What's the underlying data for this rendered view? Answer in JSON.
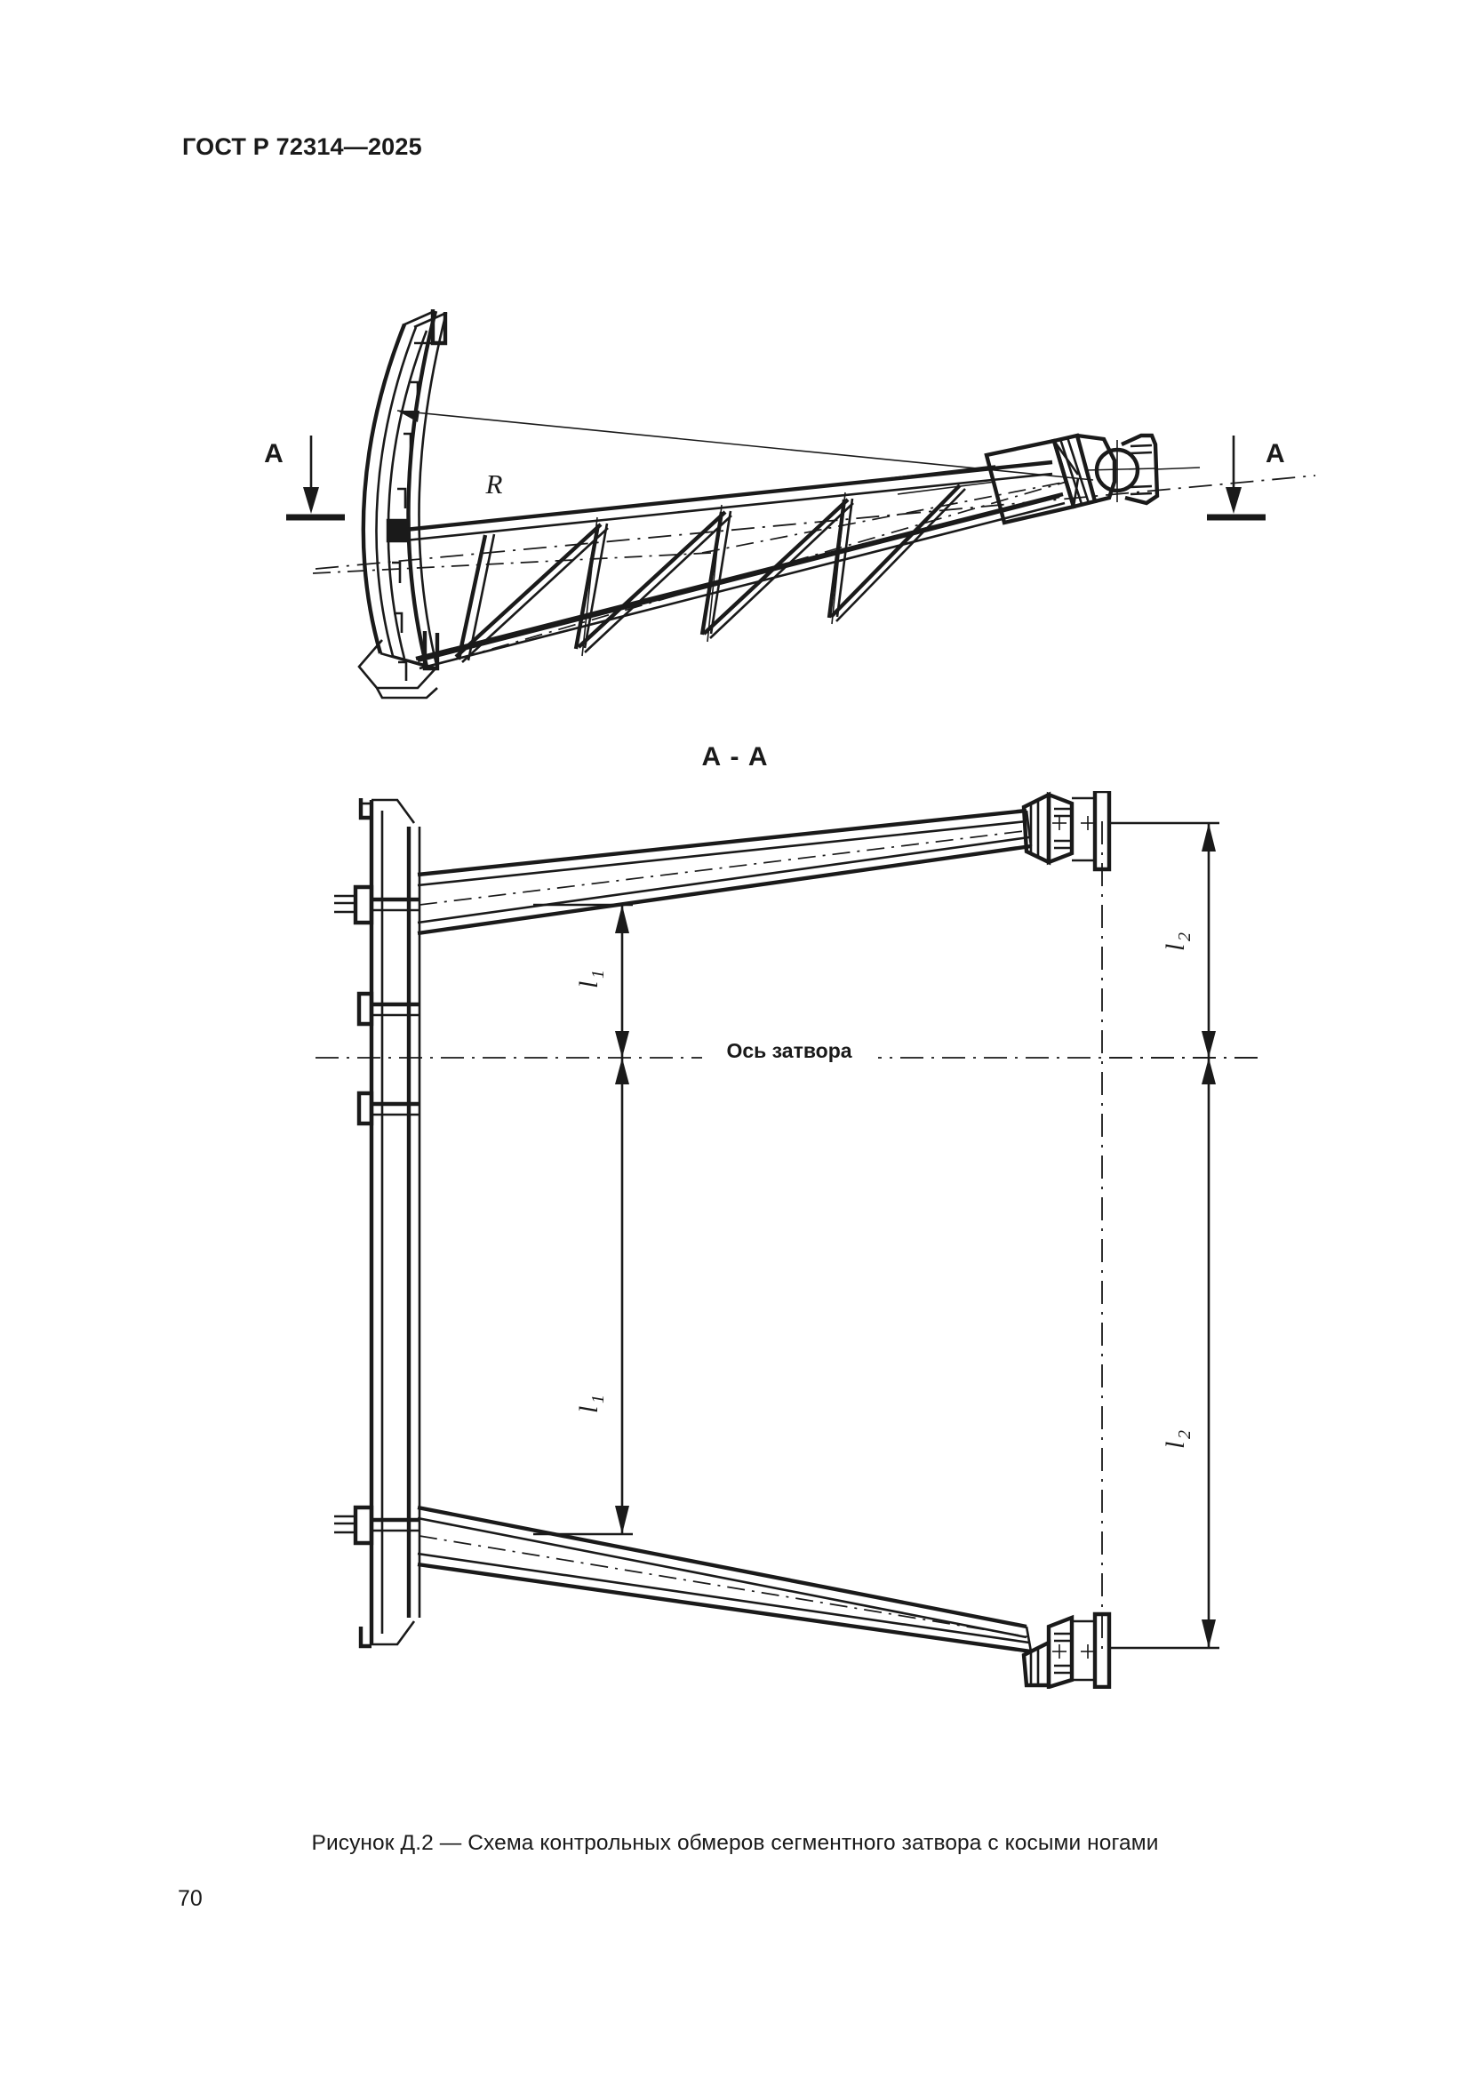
{
  "document": {
    "header": "ГОСТ Р 72314—2025",
    "page_number": "70"
  },
  "figure": {
    "caption": "Рисунок Д.2 — Схема контрольных обмеров сегментного затвора с косыми ногами",
    "section_title": "А - А",
    "views": [
      {
        "name": "plan-view",
        "labels": {
          "radius": "R",
          "section_mark_left": "А",
          "section_mark_right": "А"
        }
      },
      {
        "name": "section-view-a-a",
        "labels": {
          "gate_axis": "Ось затвора",
          "dim_inner_top": "l",
          "dim_inner_top_sub": "1",
          "dim_inner_bottom": "l",
          "dim_inner_bottom_sub": "1",
          "dim_outer_top": "l",
          "dim_outer_top_sub": "2",
          "dim_outer_bottom": "l",
          "dim_outer_bottom_sub": "2"
        }
      }
    ]
  },
  "colors": {
    "ink": "#1a1a1a",
    "paper": "#ffffff"
  }
}
